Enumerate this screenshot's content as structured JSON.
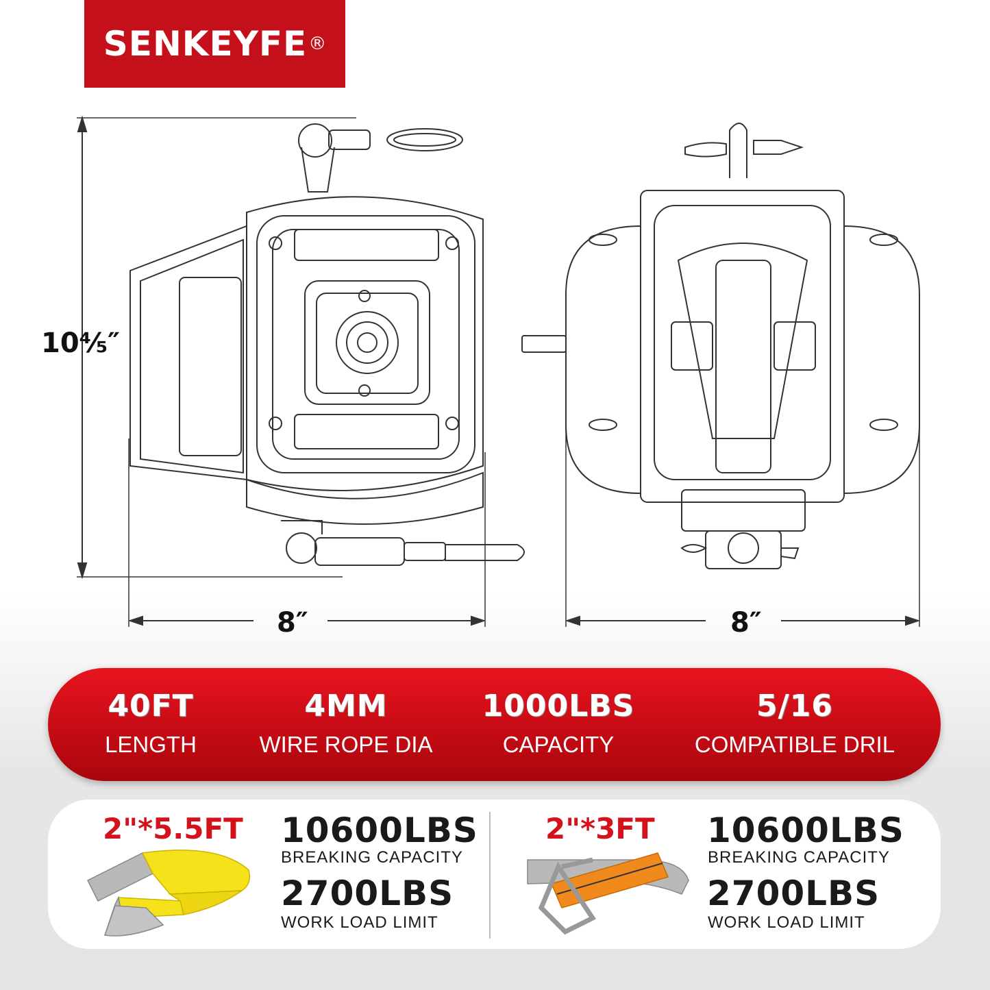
{
  "brand": {
    "name": "SENKEYFE",
    "mark": "®"
  },
  "dimensions": {
    "height": "10⅘″",
    "width_front": "8″",
    "width_side": "8″"
  },
  "specs": [
    {
      "value": "40FT",
      "label": "LENGTH"
    },
    {
      "value": "4MM",
      "label": "WIRE ROPE DIA"
    },
    {
      "value": "1000LBS",
      "label": "CAPACITY"
    },
    {
      "value": "5/16",
      "label": "COMPATIBLE DRIL"
    }
  ],
  "straps": [
    {
      "size": "2\"*5.5FT",
      "breaking_value": "10600LBS",
      "breaking_label": "BREAKING CAPACITY",
      "wll_value": "2700LBS",
      "wll_label": "WORK LOAD LIMIT"
    },
    {
      "size": "2\"*3FT",
      "breaking_value": "10600LBS",
      "breaking_label": "BREAKING CAPACITY",
      "wll_value": "2700LBS",
      "wll_label": "WORK LOAD LIMIT"
    }
  ],
  "colors": {
    "brand_red": "#c4101a",
    "strap_yellow": "#f5e21a",
    "strap_orange": "#f08a1c",
    "strap_grey": "#b9b9b9"
  }
}
